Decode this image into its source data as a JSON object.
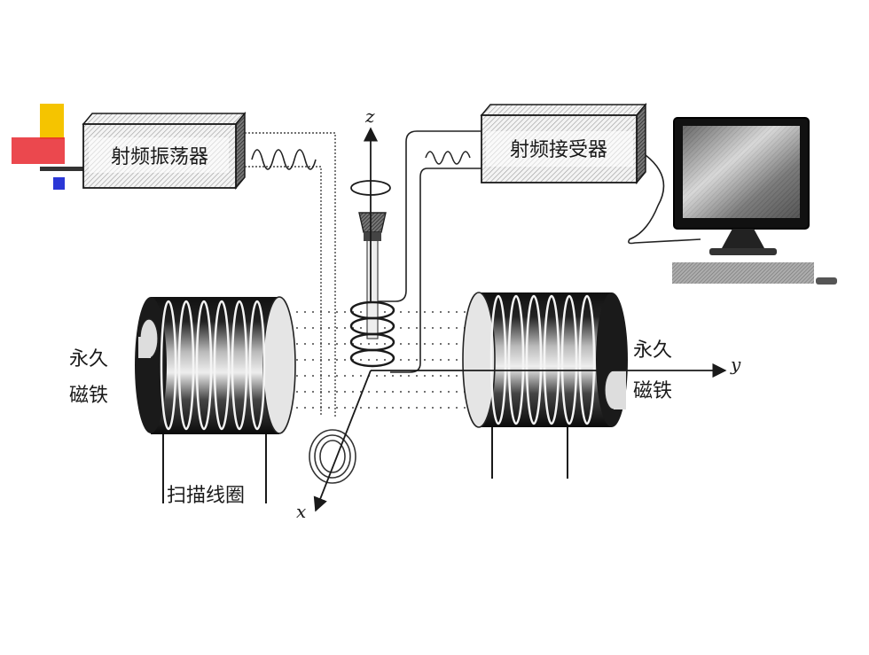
{
  "diagram": {
    "oscillator_label": "射频振荡器",
    "receiver_label": "射频接受器",
    "magnet_left_label_1": "永久",
    "magnet_left_label_2": "磁铁",
    "magnet_right_label_1": "永久",
    "magnet_right_label_2": "磁铁",
    "scan_coil_label": "扫描线圈",
    "axis_z": "z",
    "axis_y": "y",
    "axis_x": "x"
  },
  "colors": {
    "accent_yellow": "#f5c400",
    "accent_red": "#e8282f",
    "accent_blue": "#2b37d6",
    "ink": "#1a1a1a"
  }
}
